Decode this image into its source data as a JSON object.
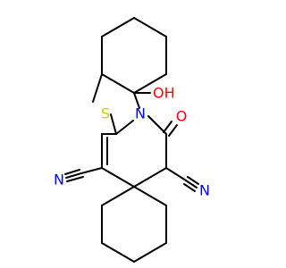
{
  "structure": {
    "atoms": {
      "O_hydroxyl": {
        "text": "OH",
        "color": "#ff0000"
      },
      "O_carbonyl": {
        "text": "O",
        "color": "#ff0000"
      },
      "S": {
        "text": "S",
        "color": "#cccc00"
      },
      "N_ring": {
        "text": "N",
        "color": "#0000ff"
      },
      "N_nitrile_left": {
        "text": "N",
        "color": "#0000ff"
      },
      "N_nitrile_right": {
        "text": "N",
        "color": "#0000ff"
      }
    }
  }
}
